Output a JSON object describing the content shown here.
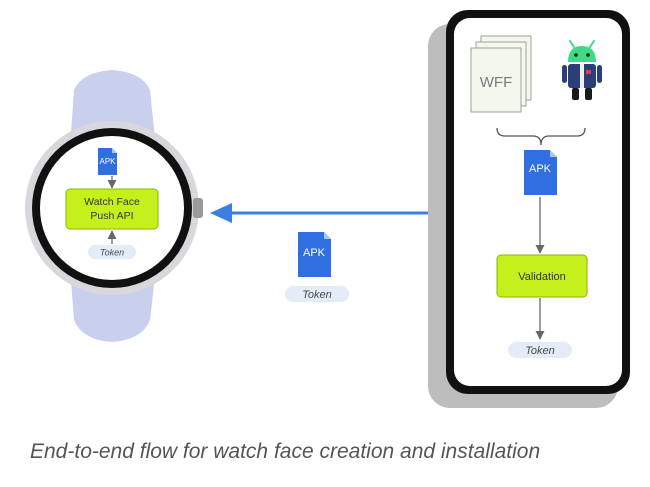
{
  "caption": "End-to-end flow for watch face creation and installation",
  "watch": {
    "apk_label": "APK",
    "push_api_line1": "Watch Face",
    "push_api_line2": "Push API",
    "token_label": "Token"
  },
  "transfer": {
    "apk_label": "APK",
    "token_label": "Token"
  },
  "phone": {
    "wff_label": "WFF",
    "apk_label": "APK",
    "validation_label": "Validation",
    "token_label": "Token"
  },
  "colors": {
    "box_fill": "#c6f01c",
    "box_stroke": "#8ab800",
    "apk_blue": "#2f6fe0",
    "arrow_blue": "#3b7fe3",
    "token_fill": "#e3ecf7",
    "strap": "#c8d0ee",
    "phone_shadow": "#bdbdbd"
  },
  "icons": {
    "robot": "android-robot-icon",
    "document": "wff-document-stack-icon",
    "crown": "watch-crown-icon"
  }
}
